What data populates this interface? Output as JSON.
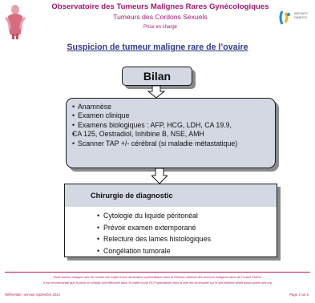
{
  "header": {
    "title": "Observatoire des Tumeurs Malignes Rares Gynécologiques",
    "subtitle": "Tumeurs des Cordons Sexuels",
    "section": "Prise en charge",
    "partner_logo_text": [
      "ARCAGY",
      "GINECO"
    ]
  },
  "main_title": "Suspicion de tumeur maligne rare de l’ovaire",
  "bilan": {
    "label": "Bilan"
  },
  "exams": [
    "Anamnèse",
    "Examen clinique",
    "Examens biologiques : AFP, HCG, LDH, CA 19.9,",
    "CA 125, Oestradiol, Inhibine B, NSE, AMH",
    "Scanner TAP +/- cérébral (si maladie métastatique)"
  ],
  "surgery": {
    "title": "Chirurgie de diagnostic",
    "items": [
      "Cytologie du liquide péritonéal",
      "Prévoir examen extemporané",
      "Relecture des lames histologiques",
      "Congélation tumorale"
    ]
  },
  "footer": {
    "note_line1": "Toute tumeur maligne rare de l’ovaire fait l’objet d’une déclaration systématique dans le Réseau national des tumeurs malignes rares de l’ovaire TMRG.",
    "note_line2": "Il est recommandé que la prise en charge soit effectuée dans le cadre d’une RCP spécialisée dont la liste est accessible sur le site internet dédié www.ovaire-rare.org",
    "version": "Référentiel - version septembre 2014",
    "page": "Page 1 sur 6"
  },
  "colors": {
    "brand": "#a2176f",
    "title_blue": "#2f3a8c",
    "box_fill": "#d3d8e3",
    "footer_pink": "#c2185b"
  }
}
